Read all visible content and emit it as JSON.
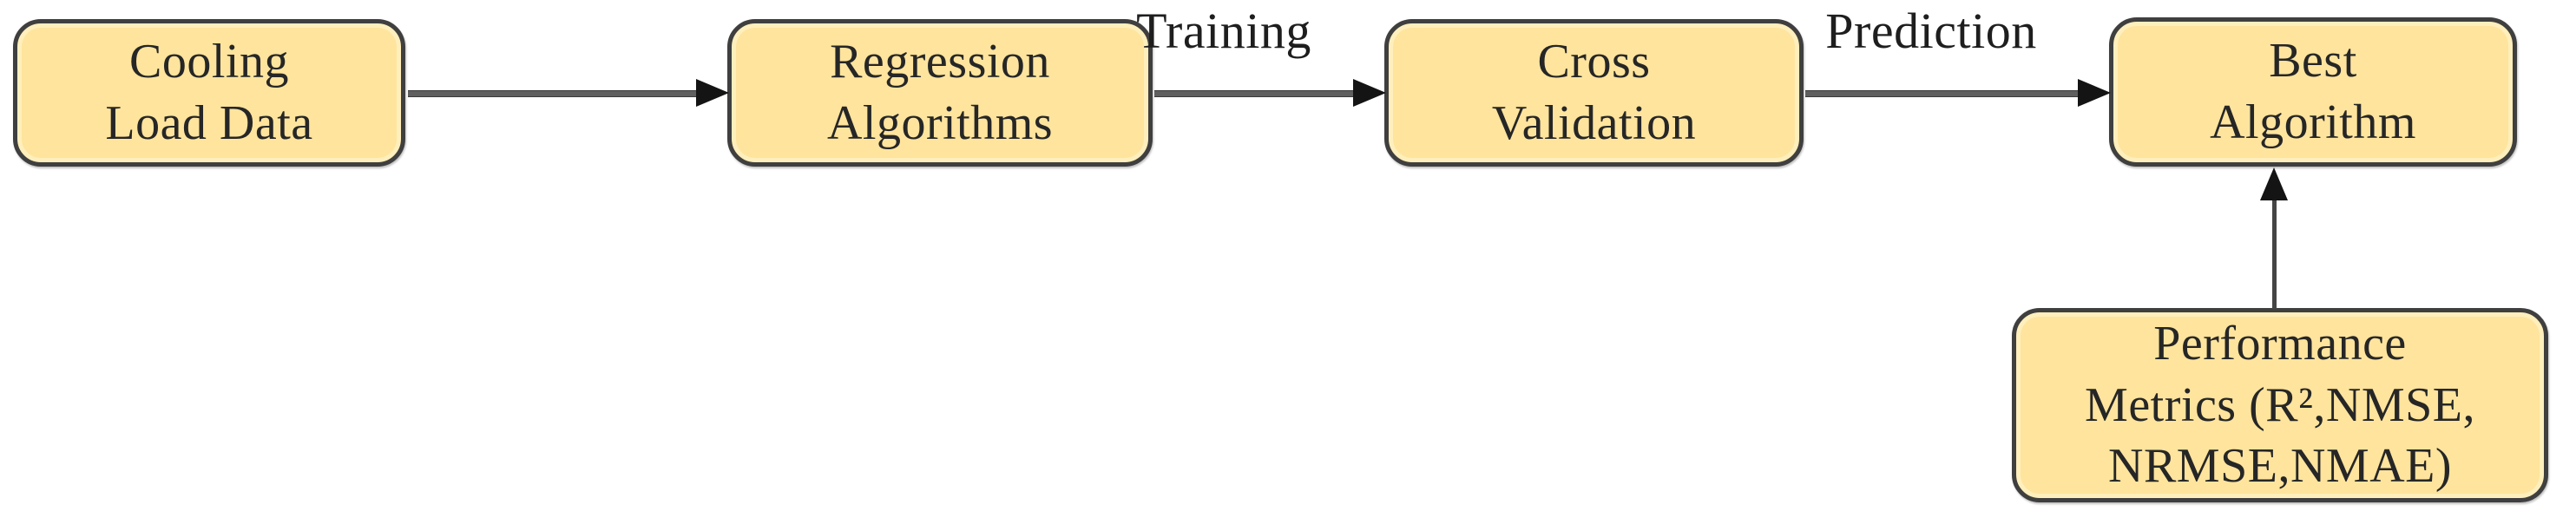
{
  "diagram": {
    "title": "Regression workflow flowchart",
    "colors": {
      "node_fill": "#fee49d",
      "node_border": "#3f3f3f",
      "connector": "#5f5f5f",
      "arrowhead": "#141414",
      "text": "#262626",
      "background": "#ffffff"
    },
    "nodes": [
      {
        "id": "cooling-load-data",
        "label": "Cooling\nLoad Data"
      },
      {
        "id": "regression-algorithms",
        "label": "Regression\nAlgorithms"
      },
      {
        "id": "cross-validation",
        "label": "Cross\nValidation"
      },
      {
        "id": "best-algorithm",
        "label": "Best\nAlgorithm"
      },
      {
        "id": "performance-metrics",
        "label": "Performance\nMetrics (R²,NMSE,\nNRMSE,NMAE)"
      }
    ],
    "arrows": [
      {
        "from": "cooling-load-data",
        "to": "regression-algorithms",
        "label": "",
        "direction": "right"
      },
      {
        "from": "regression-algorithms",
        "to": "cross-validation",
        "label": "Training",
        "direction": "right"
      },
      {
        "from": "cross-validation",
        "to": "best-algorithm",
        "label": "Prediction",
        "direction": "right"
      },
      {
        "from": "performance-metrics",
        "to": "best-algorithm",
        "label": "",
        "direction": "up"
      }
    ]
  }
}
